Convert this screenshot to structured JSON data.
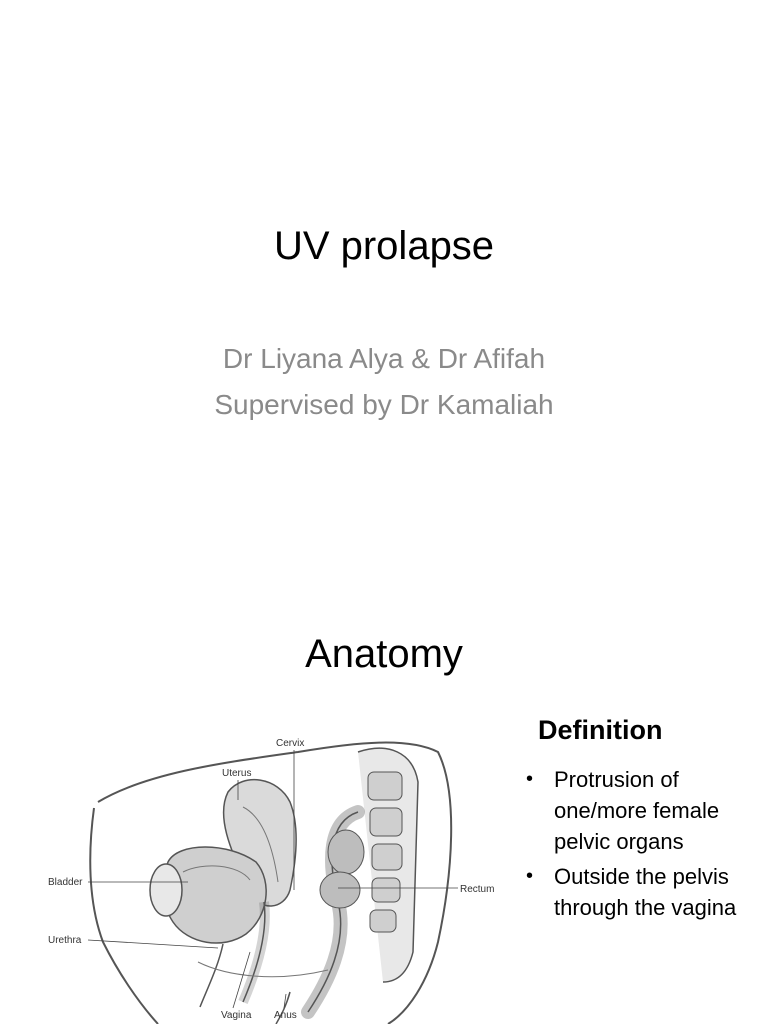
{
  "slide1": {
    "title": "UV prolapse",
    "subtitle_lines": [
      "Dr Liyana Alya & Dr Afifah",
      "Supervised by Dr Kamaliah"
    ]
  },
  "slide2": {
    "title": "Anatomy",
    "diagram_labels": {
      "cervix": "Cervix",
      "uterus": "Uterus",
      "bladder": "Bladder",
      "urethra": "Urethra",
      "rectum": "Rectum",
      "vagina": "Vagina",
      "anus": "Anus"
    },
    "definition": {
      "heading": "Definition",
      "bullet_symbol": "•",
      "bullets": [
        "Protrusion of one/more female pelvic organs",
        "Outside the pelvis through the vagina"
      ]
    }
  }
}
